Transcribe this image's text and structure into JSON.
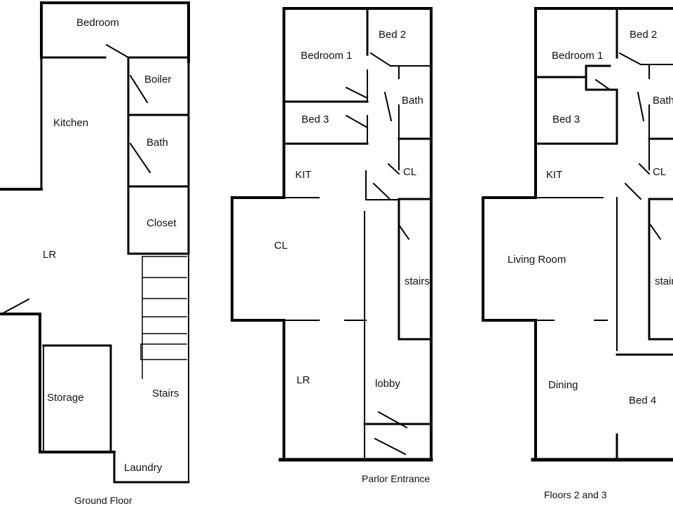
{
  "ground_floor": {
    "caption": "Ground Floor",
    "rooms": {
      "bedroom": "Bedroom",
      "kitchen": "Kitchen",
      "boiler": "Boiler",
      "bath": "Bath",
      "closet": "Closet",
      "lr": "LR",
      "storage": "Storage",
      "stairs": "Stairs",
      "laundry": "Laundry"
    }
  },
  "parlor_floor": {
    "caption": "Parlor Entrance",
    "rooms": {
      "bedroom1": "Bedroom 1",
      "bed2": "Bed 2",
      "bath": "Bath",
      "bed3": "Bed 3",
      "kit": "KIT",
      "cl_small": "CL",
      "cl_large": "CL",
      "stairs": "stairs",
      "lr": "LR",
      "lobby": "lobby"
    }
  },
  "upper_floors": {
    "caption": "Floors 2 and 3",
    "rooms": {
      "bedroom1": "Bedroom 1",
      "bed2": "Bed 2",
      "bath": "Bath",
      "bed3": "Bed 3",
      "kit": "KIT",
      "cl": "CL",
      "living_room": "Living Room",
      "stairs": "stairs",
      "dining": "Dining",
      "bed4": "Bed 4"
    }
  }
}
